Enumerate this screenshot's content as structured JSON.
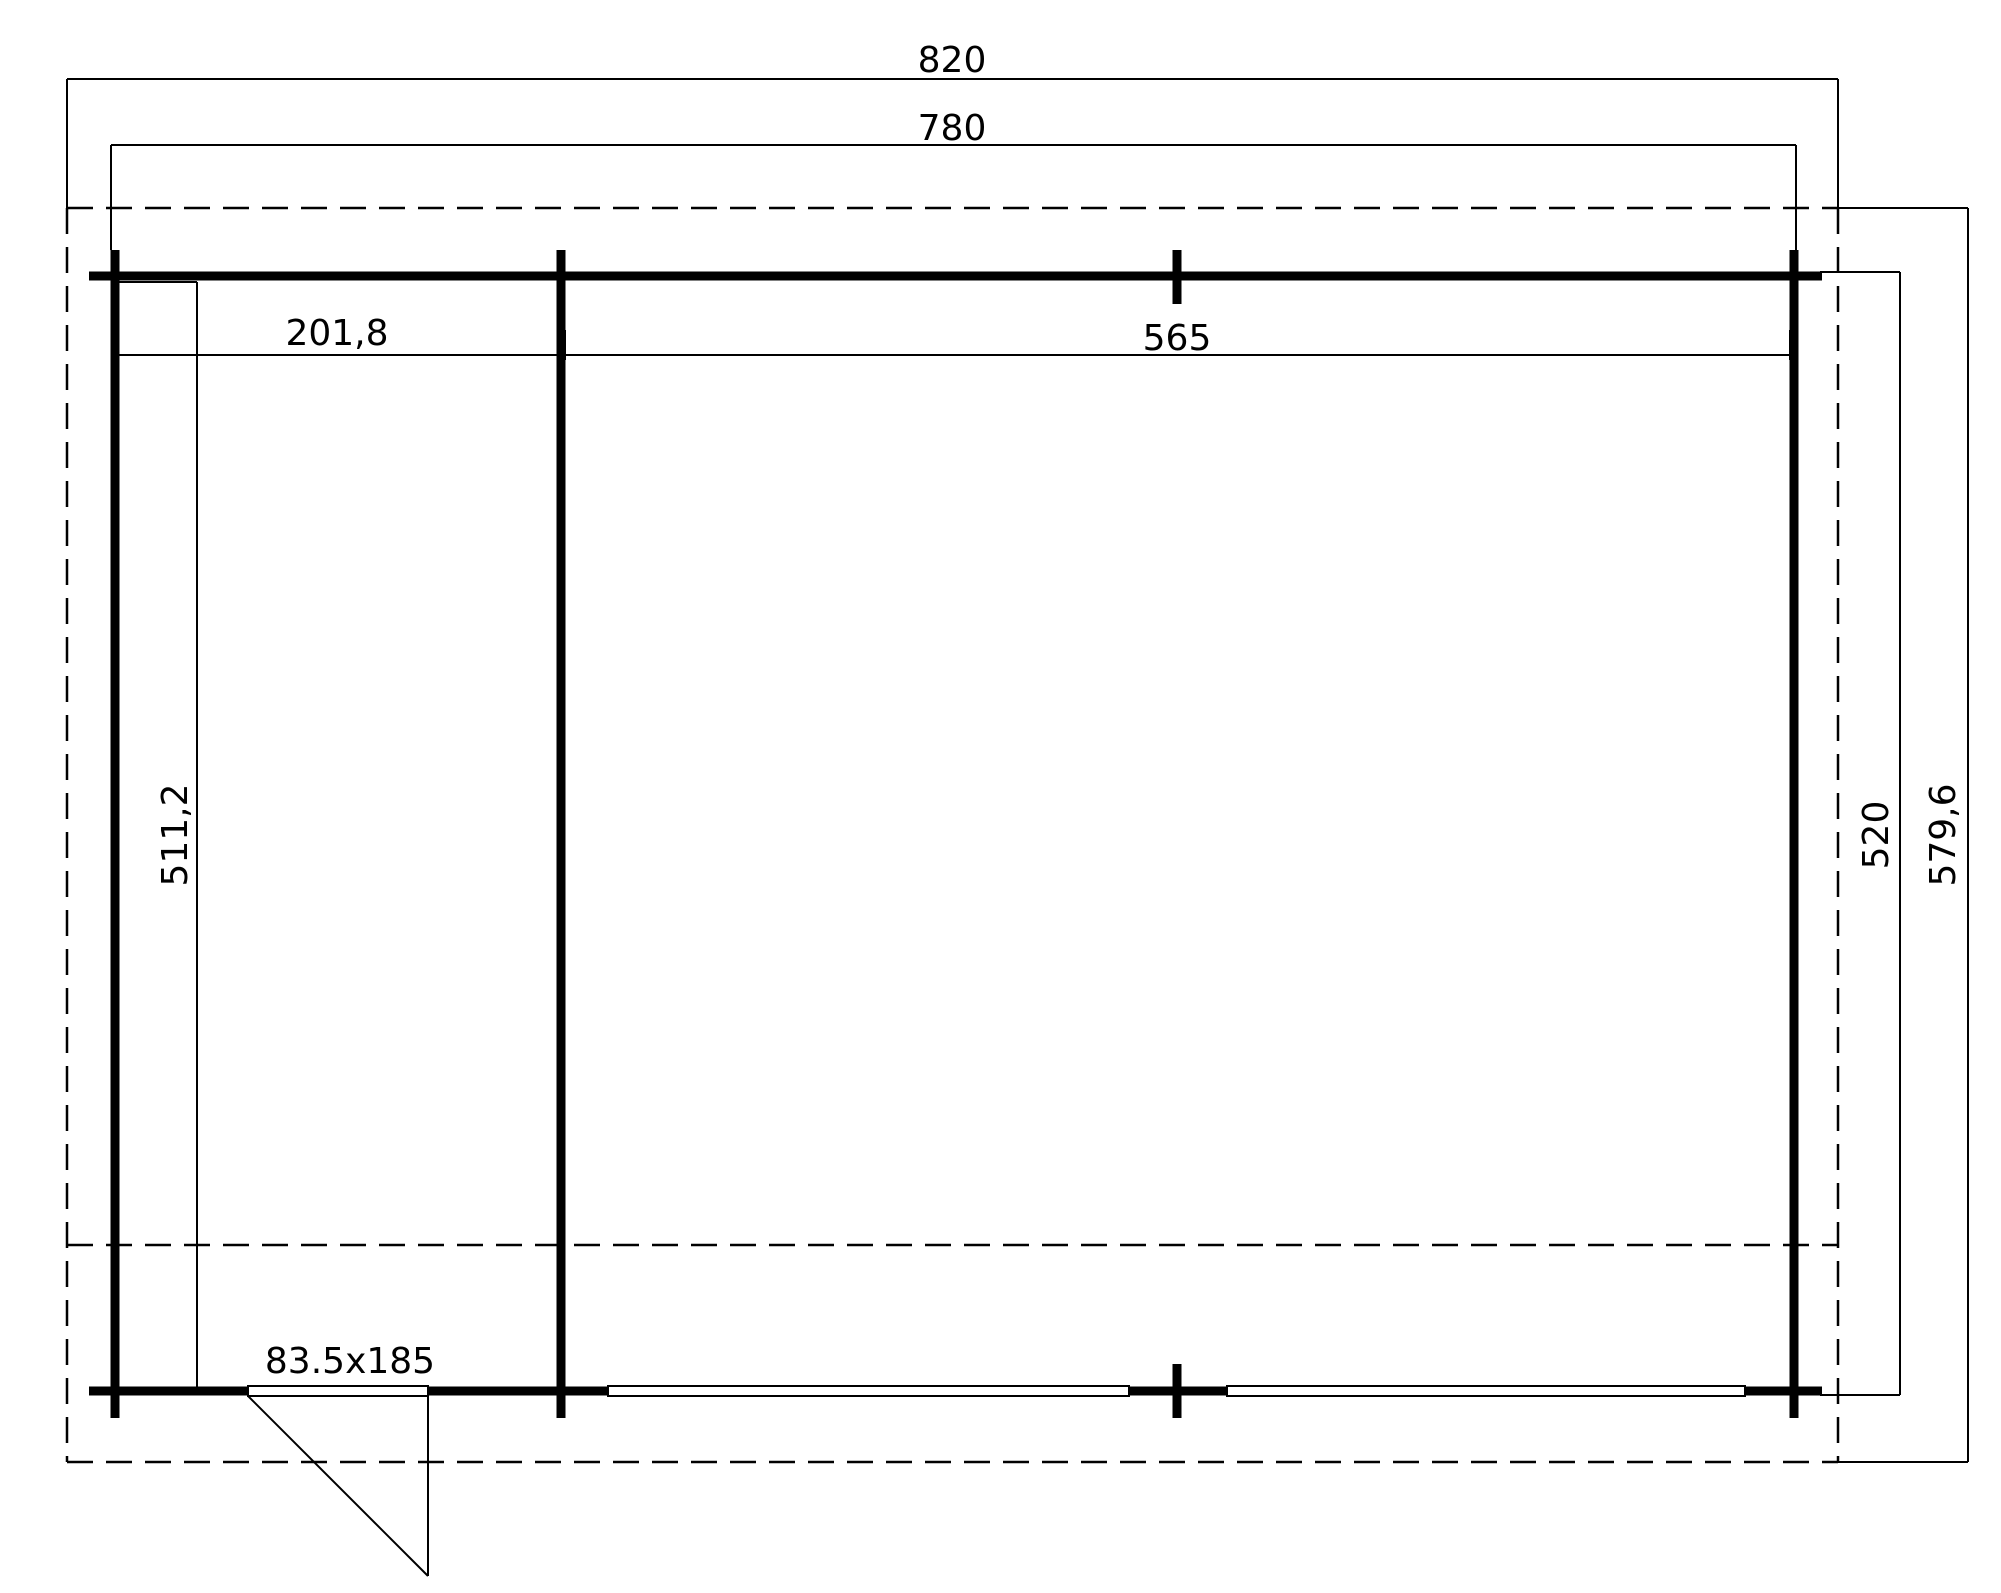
{
  "dimensions": {
    "outer_width": "820",
    "inner_width": "780",
    "left_room_width": "201,8",
    "right_room_width": "565",
    "left_height": "511,2",
    "wall_height": "520",
    "outer_height": "579,6",
    "door_size": "83.5x185"
  },
  "colors": {
    "line": "#000000",
    "background": "#ffffff"
  }
}
